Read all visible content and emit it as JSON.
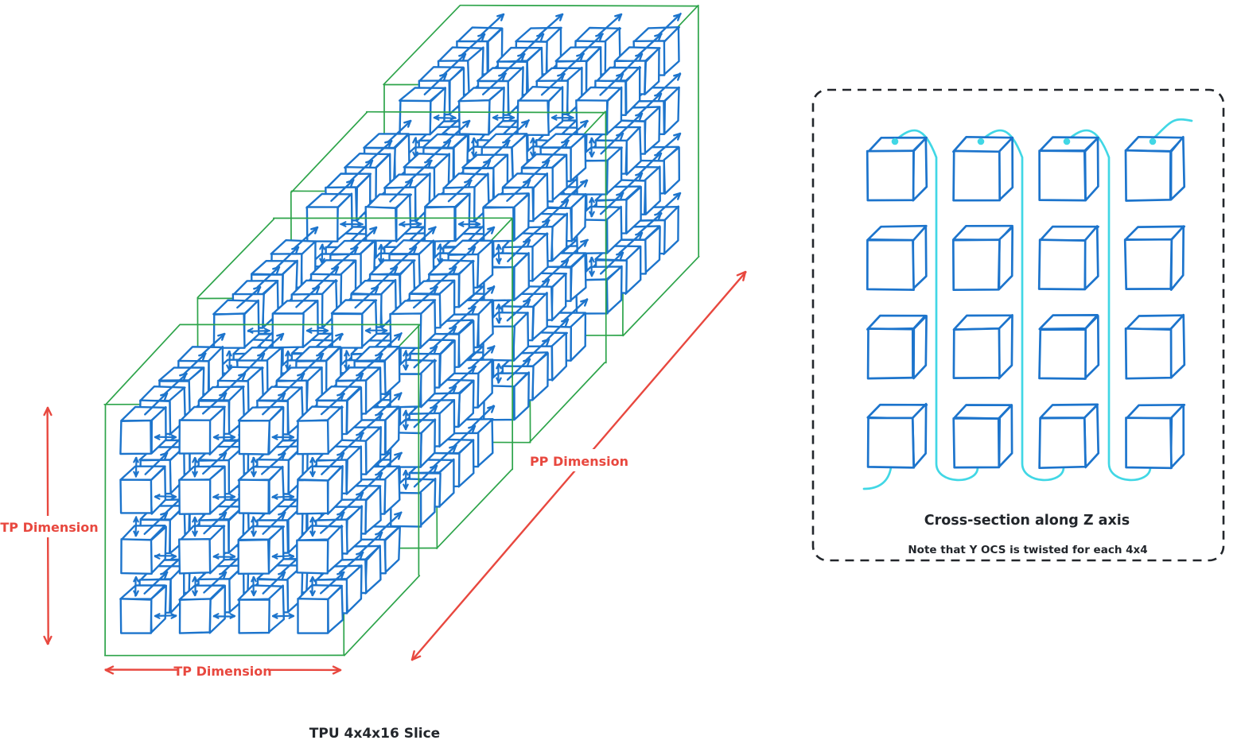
{
  "colors": {
    "cube_blue": "#1c74cc",
    "frame_green": "#2da44a",
    "annotation_red": "#e8483f",
    "ocs_cyan": "#41d7e5",
    "ink": "#22262b"
  },
  "left_figure": {
    "caption": "TPU 4x4x16 Slice",
    "tp_label_vertical": "TP Dimension",
    "tp_label_horizontal": "TP Dimension",
    "pp_label": "PP Dimension",
    "slice_count": 4,
    "grid_rows": 4,
    "grid_cols": 4,
    "depth_layers": 4
  },
  "right_panel": {
    "title": "Cross-section along Z axis",
    "note": "Note that Y OCS is twisted for each 4x4",
    "grid_rows": 4,
    "grid_cols": 4
  }
}
